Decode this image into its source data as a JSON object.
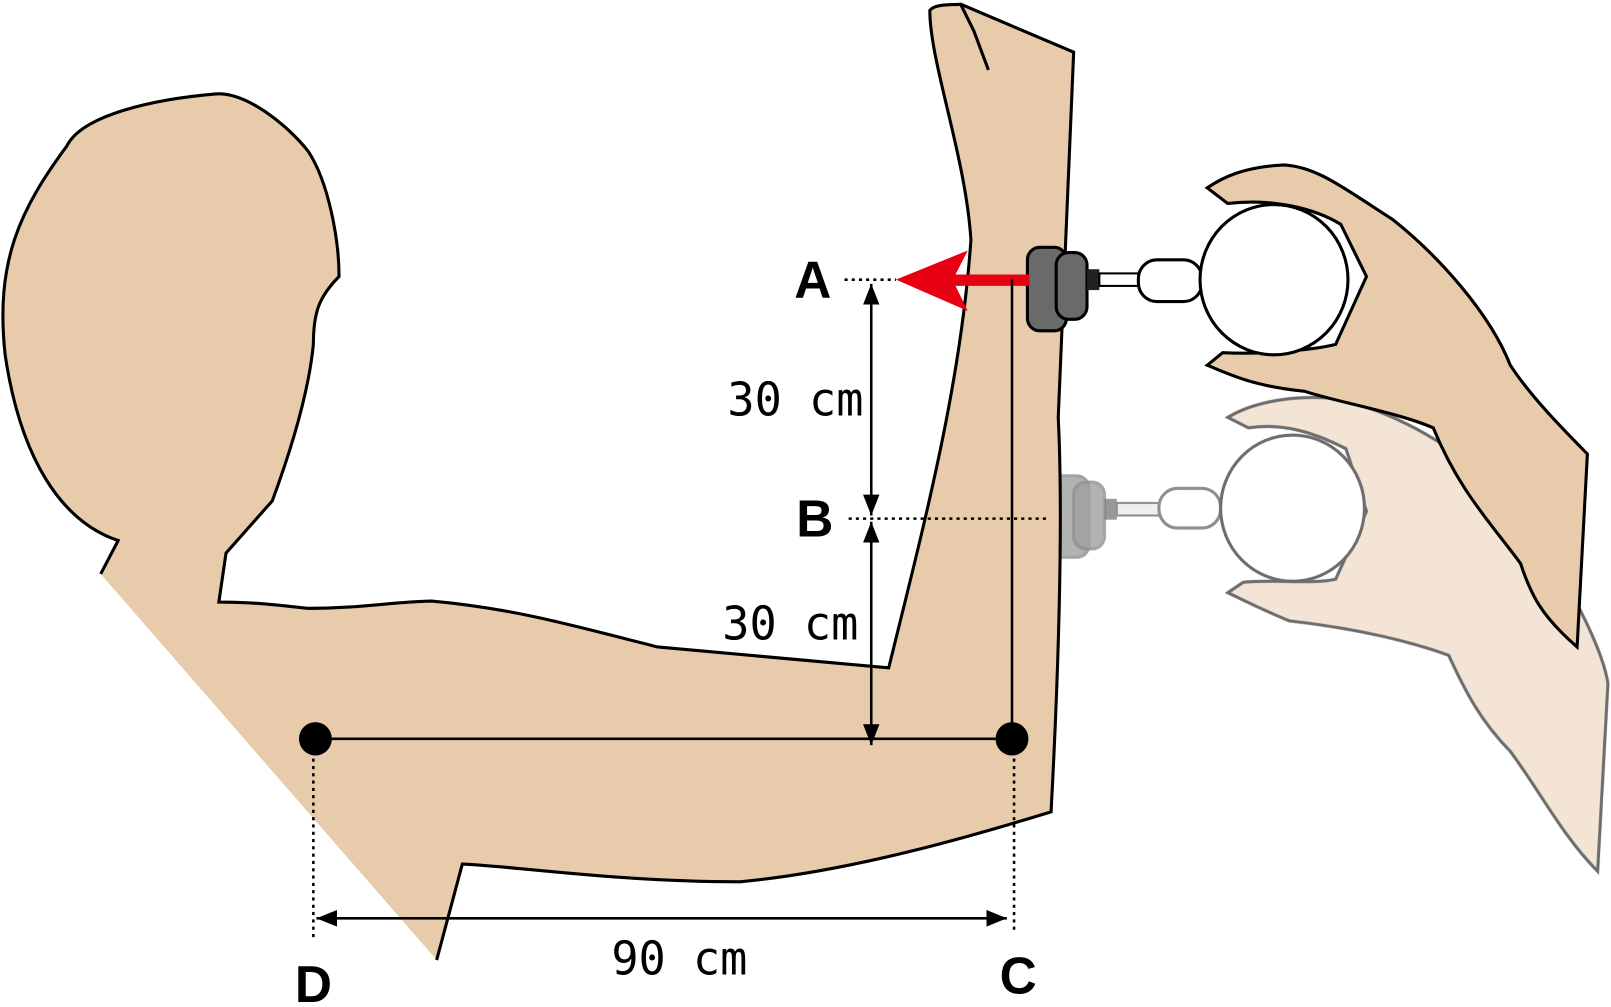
{
  "labels": {
    "point_a": "A",
    "point_b": "B",
    "point_c": "C",
    "point_d": "D"
  },
  "dimensions": {
    "a_to_b": "30 cm",
    "b_to_elbow_line": "30 cm",
    "d_to_c": "90 cm"
  },
  "colors": {
    "skin": "#e8cbab",
    "skin_faded": "#f3e3d3",
    "force_arrow": "#e60012",
    "device_pad": "#6a6a6a"
  }
}
